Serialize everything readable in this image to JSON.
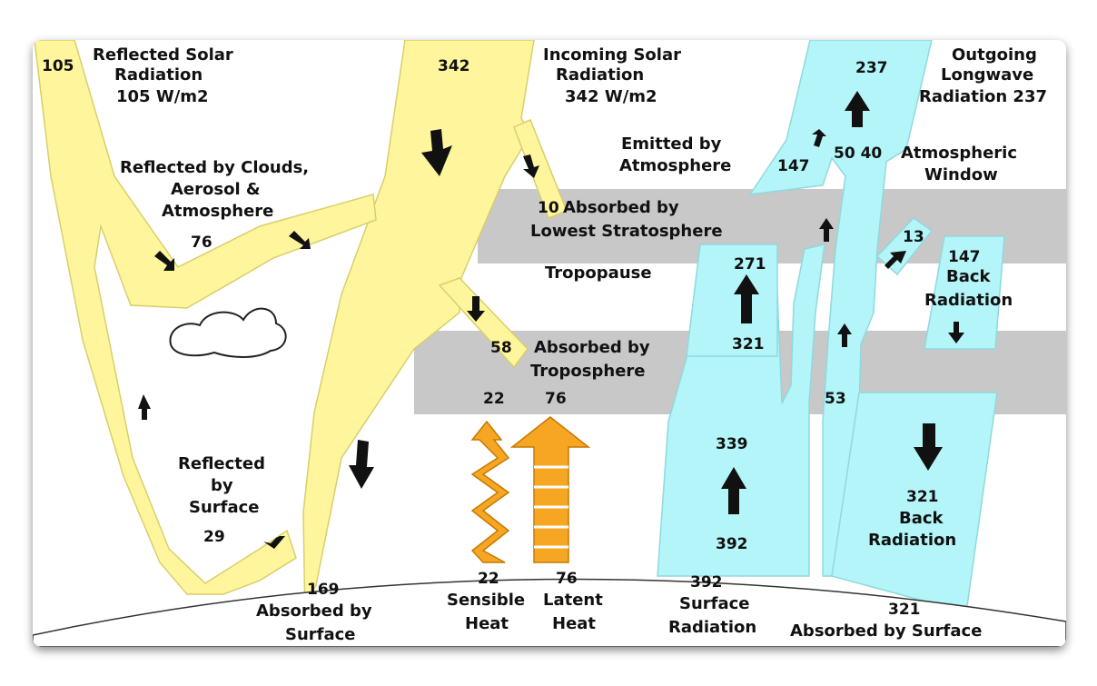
{
  "labels": {
    "reflected_solar": [
      "Reflected Solar",
      "Radiation",
      "105 W/m2"
    ],
    "reflected_solar_value": "105",
    "incoming_solar": [
      "Incoming Solar",
      "Radiation",
      "342 W/m2"
    ],
    "incoming_value": "342",
    "outgoing_longwave": [
      "Outgoing",
      "Longwave",
      "Radiation 237"
    ],
    "outgoing_value": "237",
    "reflected_clouds": [
      "Reflected by Clouds,",
      "Aerosol &",
      "Atmosphere"
    ],
    "reflected_clouds_value": "76",
    "emitted_atmosphere": [
      "Emitted by",
      "Atmosphere"
    ],
    "emitted_value": "147",
    "window_values": "50 40",
    "atmospheric_window": [
      "Atmospheric",
      "Window"
    ],
    "absorbed_stratosphere_value": "10",
    "absorbed_stratosphere": [
      "Absorbed by",
      "Lowest Stratosphere"
    ],
    "value_13": "13",
    "back_radiation_147": [
      "147",
      "Back",
      "Radiation"
    ],
    "tropopause": "Tropopause",
    "value_271": "271",
    "value_321_up": "321",
    "absorbed_troposphere_value": "58",
    "absorbed_troposphere": [
      "Absorbed by",
      "Troposphere"
    ],
    "value_22": "22",
    "value_76": "76",
    "value_53": "53",
    "value_339": "339",
    "value_392": "392",
    "back_radiation_321": [
      "321",
      "Back",
      "Radiation"
    ],
    "reflected_surface": [
      "Reflected",
      "by",
      "Surface"
    ],
    "reflected_surface_value": "29",
    "bottom_absorbed_169": [
      "169",
      "Absorbed by",
      "Surface"
    ],
    "sensible_heat": [
      "22",
      "Sensible",
      "Heat"
    ],
    "latent_heat": [
      "76",
      "Latent",
      "Heat"
    ],
    "surface_radiation": [
      "392",
      "Surface",
      "Radiation"
    ],
    "absorbed_surface_321": [
      "321",
      "Absorbed by Surface"
    ]
  },
  "colors": {
    "solar": "#fff59d",
    "longwave": "#b3f5f8",
    "heat": "#f6a623",
    "band": "#c8c8c8"
  }
}
